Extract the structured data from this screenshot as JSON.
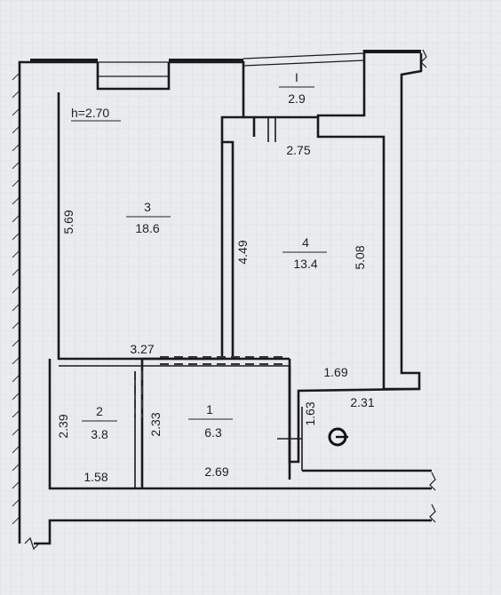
{
  "ceiling_height": "h=2.70",
  "rooms": [
    {
      "id": "room-3",
      "number": "3",
      "area": "18.6"
    },
    {
      "id": "room-4",
      "number": "4",
      "area": "13.4"
    },
    {
      "id": "room-1",
      "number": "1",
      "area": "6.3"
    },
    {
      "id": "room-2",
      "number": "2",
      "area": "3.8"
    },
    {
      "id": "balcony",
      "number": "I",
      "area": "2.9"
    }
  ],
  "dimensions": {
    "room3_height": "5.69",
    "room3_width": "3.27",
    "wall_4_49": "4.49",
    "room4_height": "5.08",
    "balcony_width": "2.75",
    "hall_1_69": "1.69",
    "hall_1_63": "1.63",
    "hall_2_31": "2.31",
    "room2_height": "2.39",
    "room2_width": "1.58",
    "room1_height": "2.33",
    "room1_width": "2.69"
  }
}
